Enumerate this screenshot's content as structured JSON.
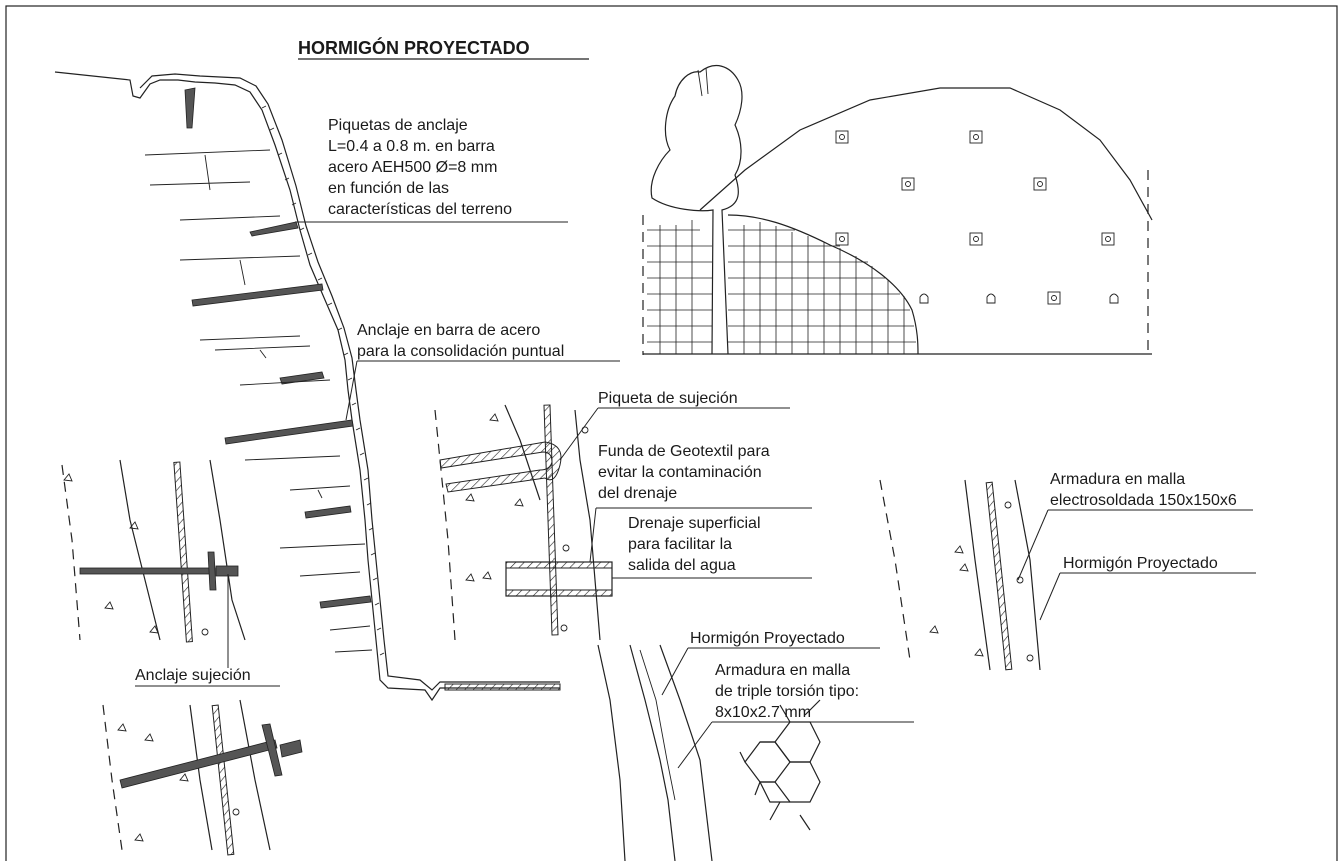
{
  "title": "HORMIGÓN PROYECTADO",
  "labels": {
    "piquetas_1": "Piquetas de anclaje",
    "piquetas_2": "L=0.4 a 0.8 m. en barra",
    "piquetas_3": "acero AEH500 Ø=8 mm",
    "piquetas_4": "en función de las",
    "piquetas_5": "características del terreno",
    "anclaje_barra_1": "Anclaje en barra de acero",
    "anclaje_barra_2": "para la consolidación puntual",
    "piqueta_sujecion": "Piqueta de sujeción",
    "funda_1": "Funda de Geotextil para",
    "funda_2": "evitar la contaminación",
    "funda_3": "del drenaje",
    "drenaje_1": "Drenaje superficial",
    "drenaje_2": "para facilitar la",
    "drenaje_3": "salida del agua",
    "armadura_electro_1": "Armadura en malla",
    "armadura_electro_2": "electrosoldada 150x150x6",
    "hormigon_right": "Hormigón Proyectado",
    "anclaje_sujecion": "Anclaje sujeción",
    "hormigon_bottom": "Hormigón Proyectado",
    "armadura_triple_1": "Armadura en malla",
    "armadura_triple_2": "de triple torsión tipo:",
    "armadura_triple_3": "8x10x2.7 mm"
  }
}
